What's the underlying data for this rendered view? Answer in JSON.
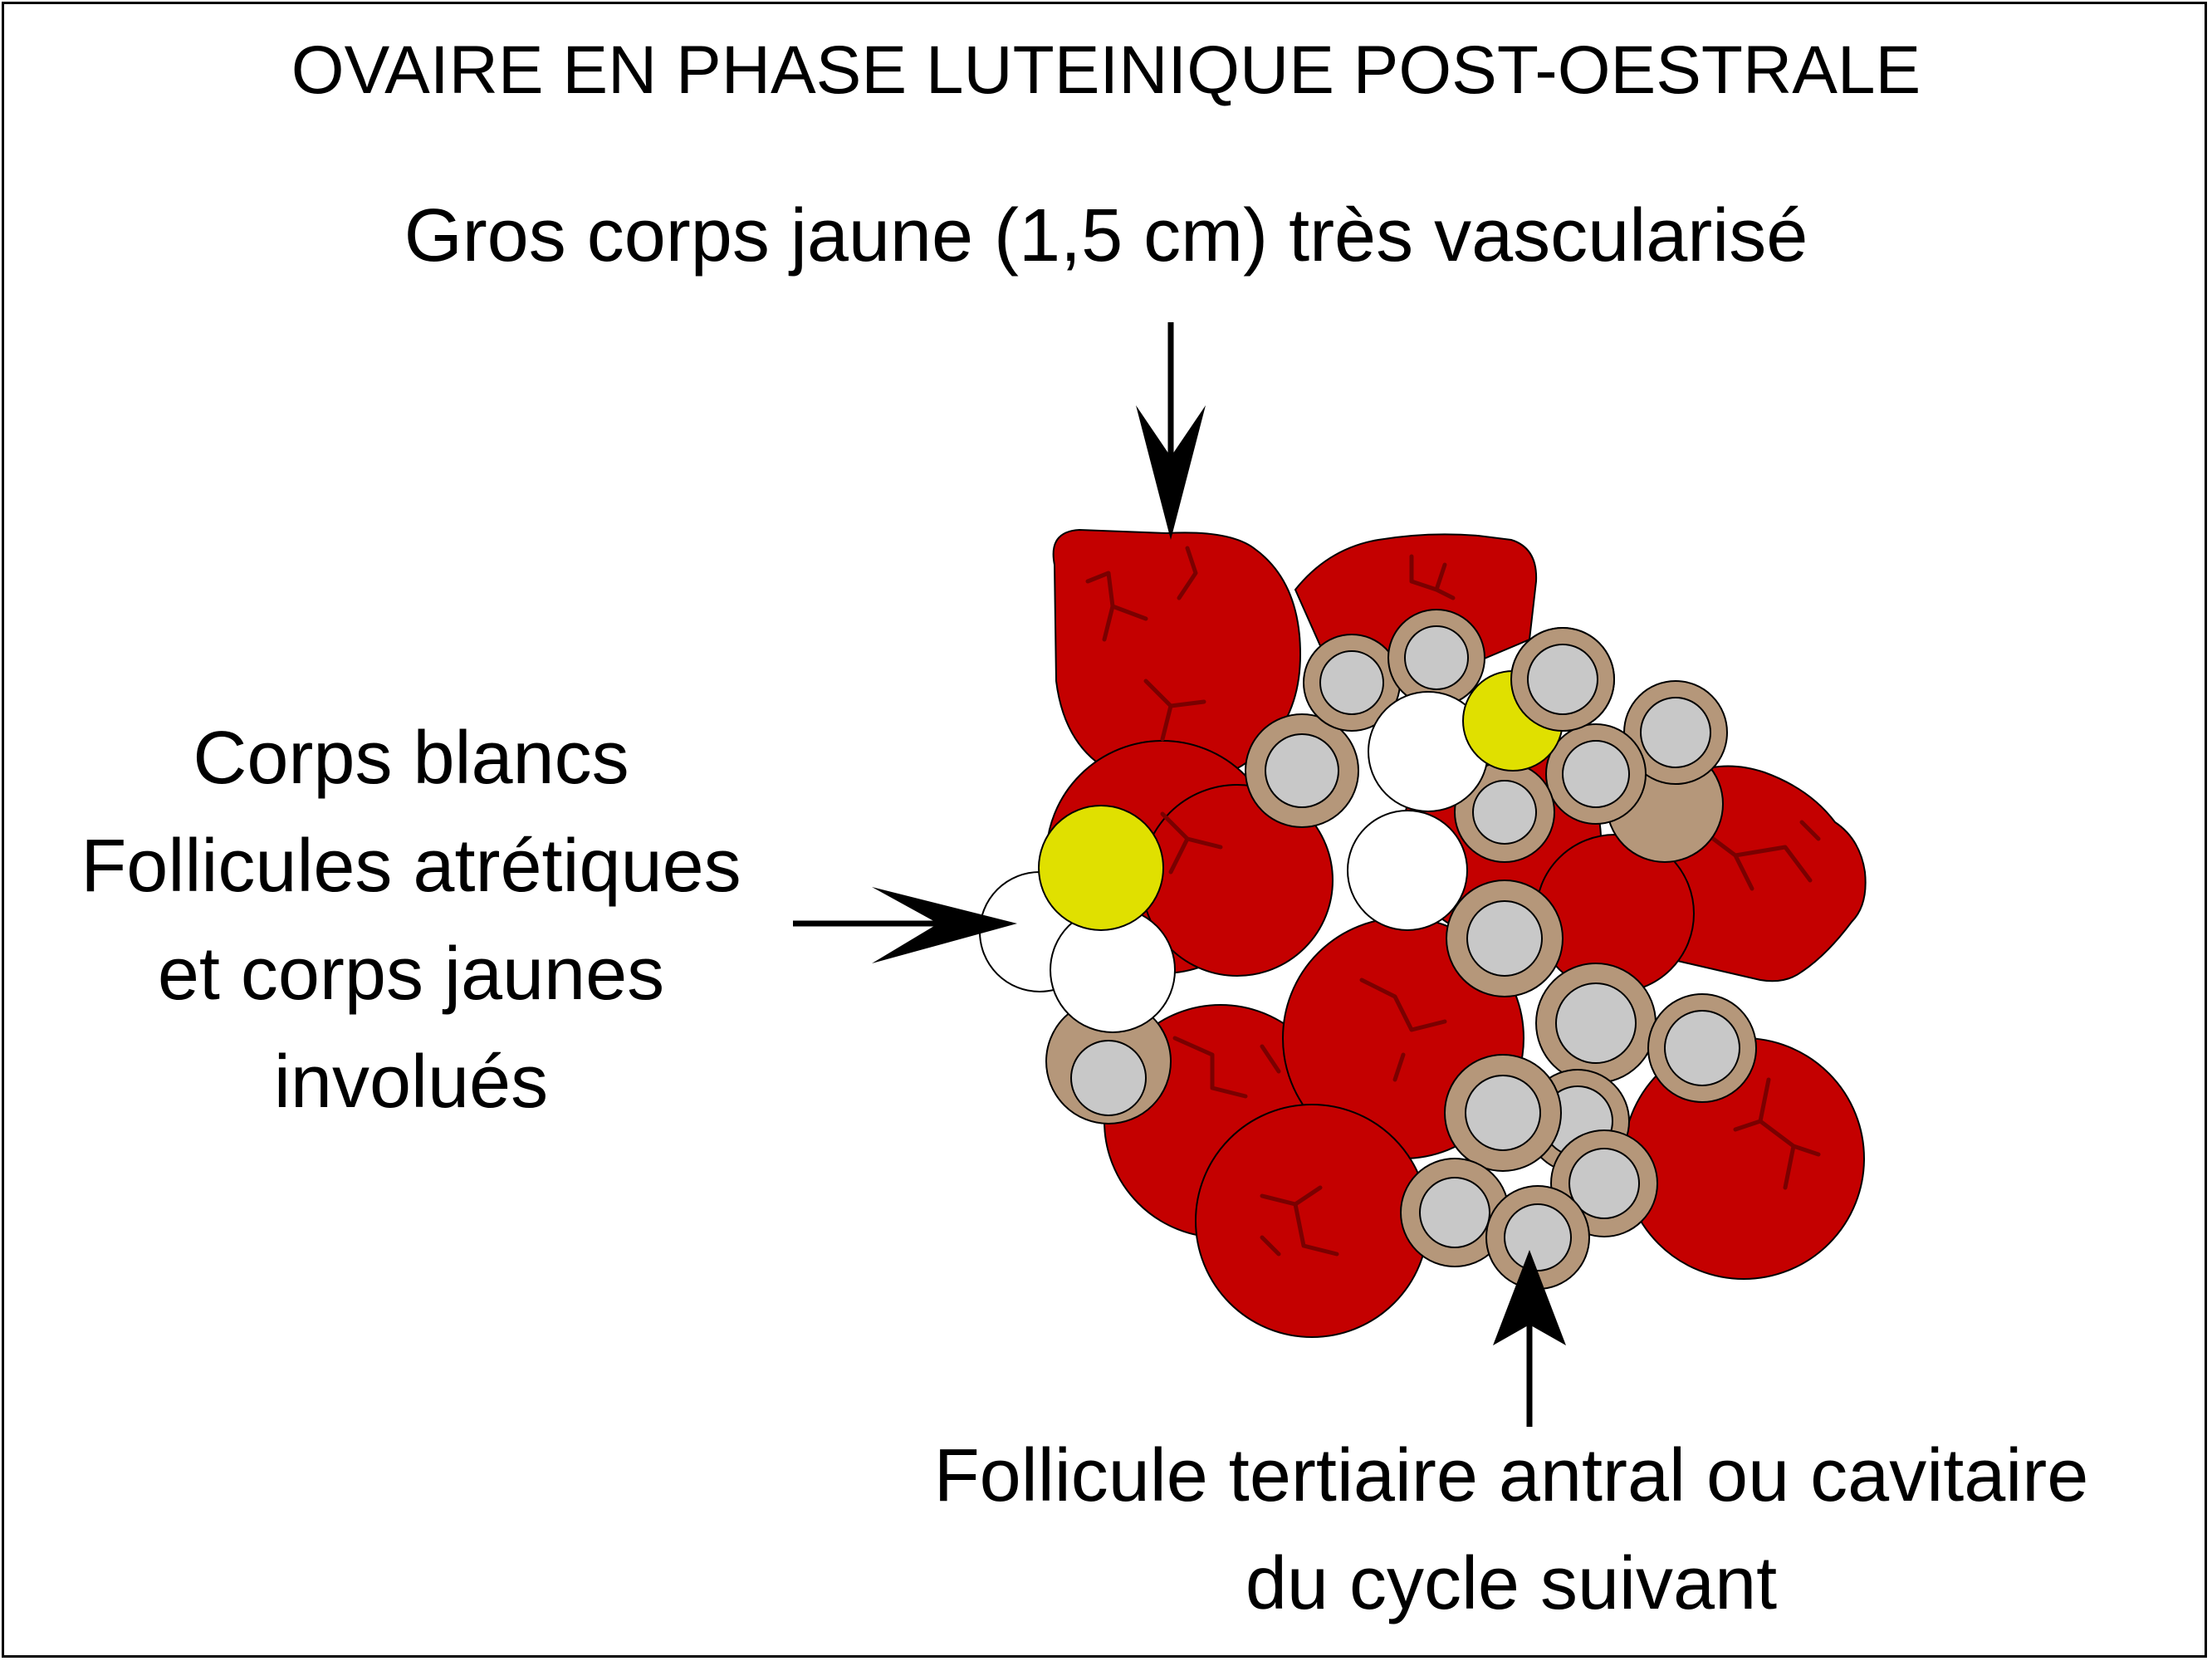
{
  "title": "OVAIRE EN PHASE LUTEINIQUE POST-OESTRALE",
  "labels": {
    "corps_jaune": "Gros corps jaune (1,5 cm) très vascularisé",
    "corps_blancs": [
      "Corps blancs",
      "Follicules atrétiques",
      "et corps jaunes",
      "involués"
    ],
    "follicule": [
      "Follicule tertiaire antral ou cavitaire",
      "du cycle suivant"
    ]
  },
  "colors": {
    "corpus_luteum": "#c40000",
    "vessel": "#7a0000",
    "follicle_wall": "#b5977a",
    "antrum": "#c8c8c8",
    "atretic_yellow": "#e0e000",
    "corpus_albicans": "#ffffff"
  }
}
